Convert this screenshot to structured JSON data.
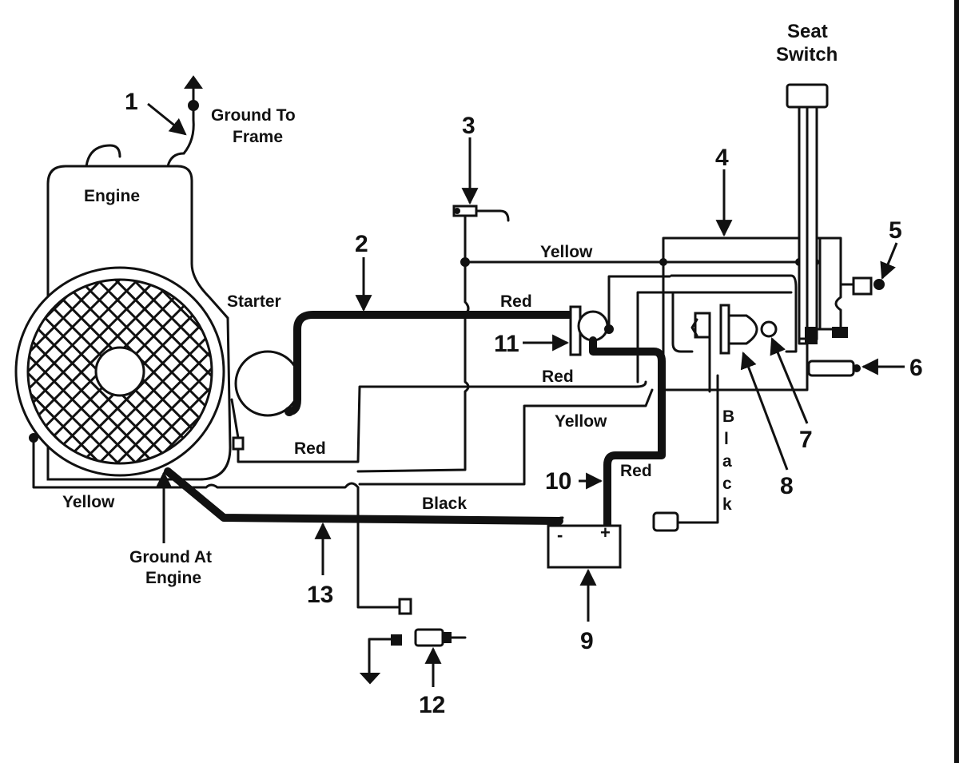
{
  "labels": {
    "engine": "Engine",
    "starter": "Starter",
    "ground_to_frame": [
      "Ground To",
      "Frame"
    ],
    "ground_at_engine": [
      "Ground At",
      "Engine"
    ],
    "seat_switch": [
      "Seat",
      "Switch"
    ]
  },
  "wire_labels": {
    "yellow_top": "Yellow",
    "red_top": "Red",
    "red_mid": "Red",
    "yellow_mid": "Yellow",
    "red_low": "Red",
    "yellow_left": "Yellow",
    "black_bottom": "Black",
    "red_battery": "Red",
    "black_vertical": [
      "B",
      "l",
      "a",
      "c",
      "k"
    ]
  },
  "callouts": [
    "1",
    "2",
    "3",
    "4",
    "5",
    "6",
    "7",
    "8",
    "9",
    "10",
    "11",
    "12",
    "13"
  ],
  "battery_terminals": {
    "negative": "-",
    "positive": "+"
  }
}
